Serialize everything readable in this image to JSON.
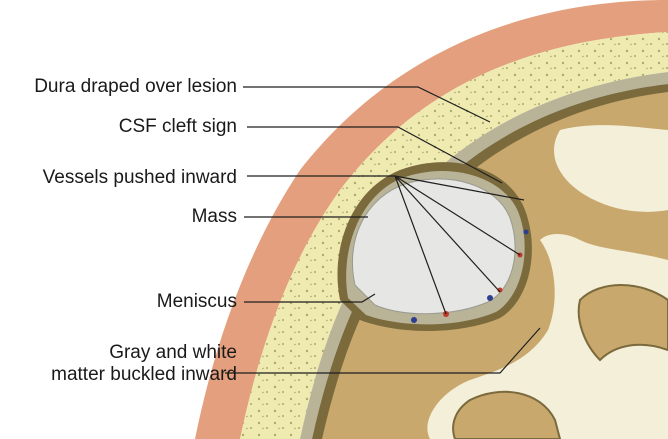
{
  "labels": {
    "dura": "Dura draped over lesion",
    "csf": "CSF cleft sign",
    "vessels": "Vessels pushed inward",
    "mass": "Mass",
    "meniscus": "Meniscus",
    "gray_line1": "Gray and white",
    "gray_line2": "matter buckled inward"
  },
  "colors": {
    "skin": "#e4a07e",
    "bone": "#eeeab0",
    "bone_dots": "#9a9a60",
    "dura": "#b9b397",
    "gray_matter": "#c9a86e",
    "gray_matter_dark": "#7a6a3c",
    "white_matter": "#f4efd9",
    "mass": "#e6e6e4",
    "leader": "#1f1f1f",
    "vessel_red": "#c0392b",
    "vessel_blue": "#2c3e8c"
  }
}
